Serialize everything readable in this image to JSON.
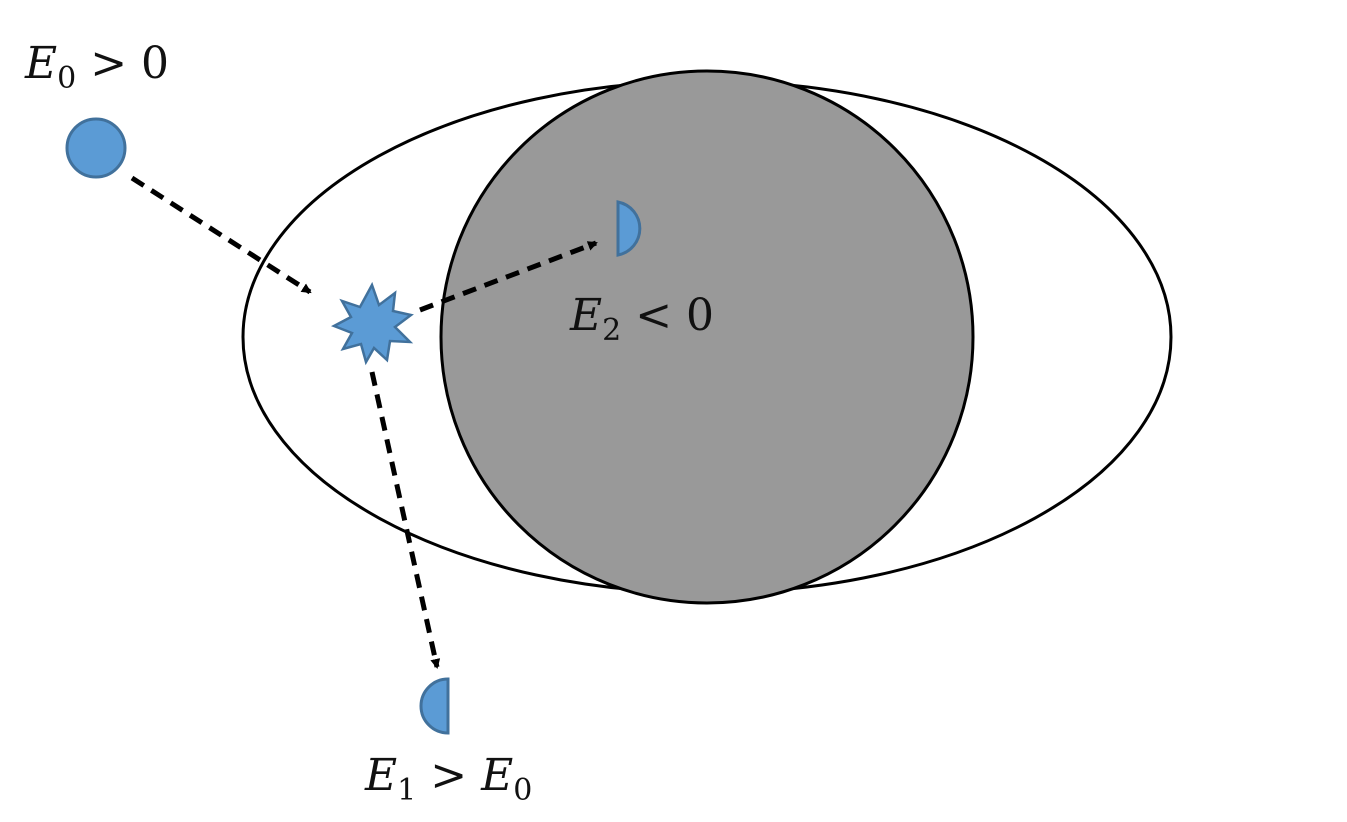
{
  "labels": {
    "incoming": {
      "symbol": "E",
      "subscript": "0",
      "relation": " > 0"
    },
    "captured": {
      "symbol": "E",
      "subscript": "2",
      "relation": " < 0"
    },
    "escaping": {
      "symbol": "E",
      "subscript": "1",
      "relation": " > ",
      "symbol2": "E",
      "subscript2": "0"
    }
  },
  "colors": {
    "particle_fill": "#5b9bd5",
    "particle_stroke": "#41719c",
    "black_hole_fill": "#999999",
    "outline": "#000000",
    "arrow": "#000000"
  },
  "icons": {
    "incoming_particle": "circle",
    "collision": "starburst",
    "captured_fragment": "half-disc",
    "escaping_fragment": "half-disc"
  }
}
